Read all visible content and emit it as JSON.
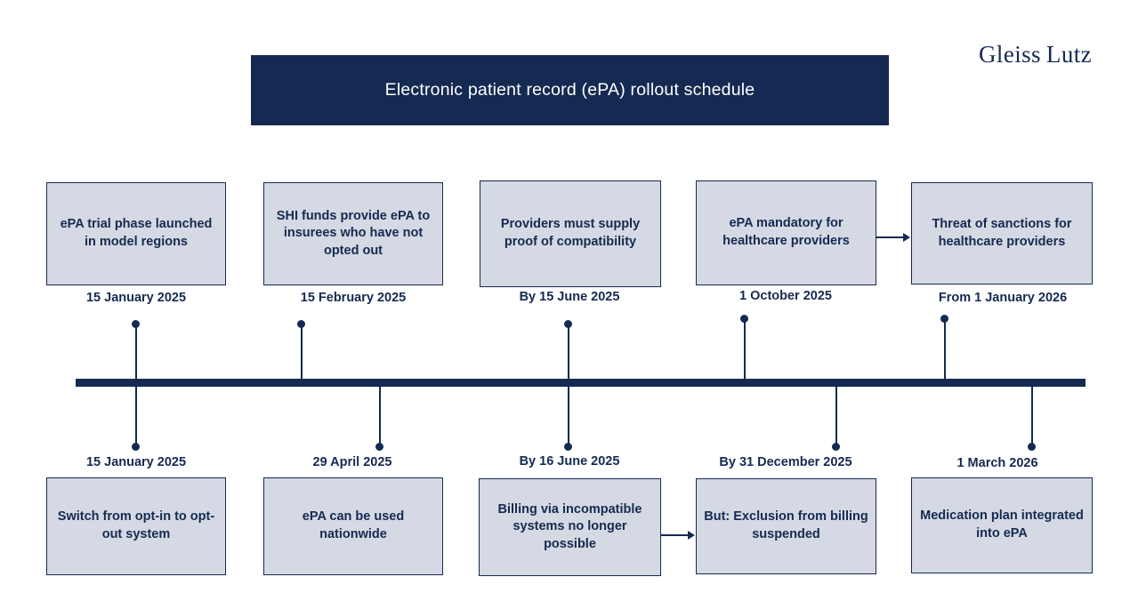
{
  "brand": {
    "word1": "Gleiss",
    "word2": "Lutz"
  },
  "header": {
    "title": "Electronic patient record (ePA) rollout schedule"
  },
  "colors": {
    "navy": "#152a52",
    "box_fill": "#d5d9e3",
    "background": "#ffffff",
    "banner_text": "#ffffff"
  },
  "chart_data": {
    "type": "timeline",
    "title": "Electronic patient record (ePA) rollout schedule",
    "orientation": "horizontal",
    "axis_label": "",
    "milestones_above": [
      {
        "date": "15 January 2025",
        "label": "ePA trial phase launched in model regions"
      },
      {
        "date": "15 February 2025",
        "label": "SHI funds provide ePA to insurees who have not opted out"
      },
      {
        "date": "By 15 June 2025",
        "label": "Providers must supply proof of compatibility"
      },
      {
        "date": "1 October 2025",
        "label": "ePA mandatory for healthcare providers"
      },
      {
        "date": "From 1 January 2026",
        "label": "Threat of sanctions for healthcare providers"
      }
    ],
    "milestones_below": [
      {
        "date": "15 January 2025",
        "label": "Switch from opt-in to opt-out system"
      },
      {
        "date": "29 April 2025",
        "label": "ePA can be used nationwide"
      },
      {
        "date": "By 16 June 2025",
        "label": "Billing via incompatible systems no longer possible"
      },
      {
        "date": "By 31 December 2025",
        "label": "But: Exclusion from billing suspended"
      },
      {
        "date": "1 March 2026",
        "label": "Medication plan integrated into ePA"
      }
    ],
    "connections": [
      {
        "from": "ePA mandatory for healthcare providers",
        "to": "Threat of sanctions for healthcare providers",
        "style": "arrow"
      },
      {
        "from": "Billing via incompatible systems no longer possible",
        "to": "But: Exclusion from billing suspended",
        "style": "arrow"
      }
    ]
  },
  "top_row": {
    "boxes": [
      {
        "text": "ePA trial phase launched in model regions",
        "date": "15 January 2025"
      },
      {
        "text": "SHI funds provide ePA to insurees who have not opted out",
        "date": "15 February 2025"
      },
      {
        "text": "Providers must supply proof of compatibility",
        "date": "By 15 June 2025"
      },
      {
        "text": "ePA mandatory for healthcare providers",
        "date": "1 October 2025"
      },
      {
        "text": "Threat of sanctions for healthcare providers",
        "date": "From 1 January 2026"
      }
    ]
  },
  "bottom_row": {
    "boxes": [
      {
        "text": "Switch from opt-in to opt-out system",
        "date": "15 January 2025"
      },
      {
        "text": "ePA can be used nationwide",
        "date": "29 April 2025"
      },
      {
        "text": "Billing via incompatible systems no longer possible",
        "date": "By 16 June 2025"
      },
      {
        "text": "But: Exclusion from billing suspended",
        "date": "By 31 December 2025"
      },
      {
        "text": "Medication plan integrated into ePA",
        "date": "1 March 2026"
      }
    ]
  }
}
